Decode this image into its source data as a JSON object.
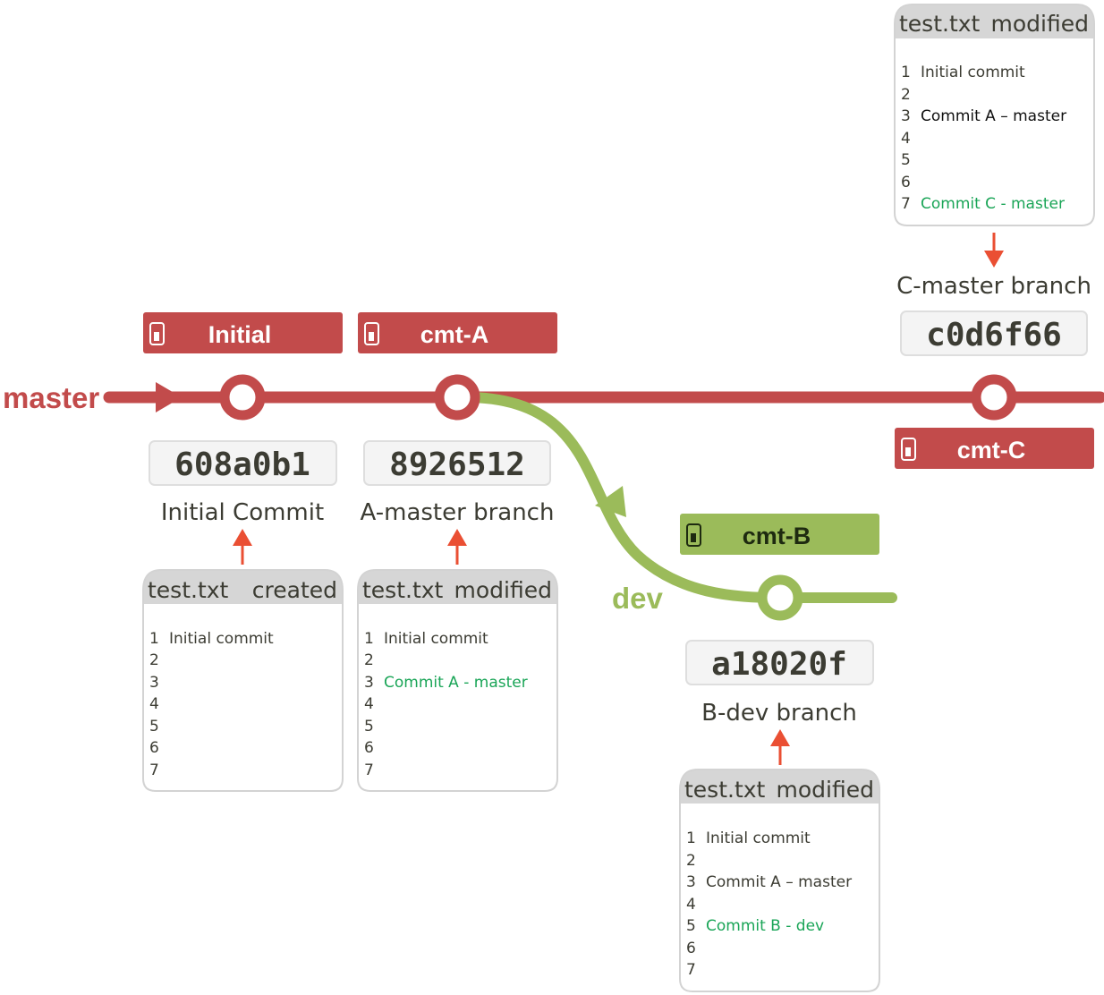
{
  "colors": {
    "master": "#c24b4b",
    "dev": "#9bbb5a",
    "arrow": "#ea4f33",
    "green_text": "#1aa557",
    "text": "#3c3c33",
    "card_border": "#d3d3d3",
    "card_header": "#d6d6d6",
    "sha_border": "#dedede",
    "sha_bg": "#f4f4f4"
  },
  "branches": {
    "master": "master",
    "dev": "dev"
  },
  "commits": [
    {
      "tag": "Initial",
      "sha": "608a0b1",
      "caption": "Initial Commit"
    },
    {
      "tag": "cmt-A",
      "sha": "8926512",
      "caption": "A-master branch"
    },
    {
      "tag": "cmt-B",
      "sha": "a18020f",
      "caption": "B-dev branch"
    },
    {
      "tag": "cmt-C",
      "sha": "c0d6f66",
      "caption": "C-master branch"
    }
  ],
  "files": [
    {
      "name": "test.txt",
      "status": "created",
      "lines": [
        {
          "num": "1",
          "text": "Initial commit",
          "style": "normal"
        },
        {
          "num": "2",
          "text": "",
          "style": "normal"
        },
        {
          "num": "3",
          "text": "",
          "style": "normal"
        },
        {
          "num": "4",
          "text": "",
          "style": "normal"
        },
        {
          "num": "5",
          "text": "",
          "style": "normal"
        },
        {
          "num": "6",
          "text": "",
          "style": "normal"
        },
        {
          "num": "7",
          "text": "",
          "style": "normal"
        }
      ]
    },
    {
      "name": "test.txt",
      "status": "modified",
      "lines": [
        {
          "num": "1",
          "text": "Initial commit",
          "style": "normal"
        },
        {
          "num": "2",
          "text": "",
          "style": "normal"
        },
        {
          "num": "3",
          "text": "Commit A - master",
          "style": "new"
        },
        {
          "num": "4",
          "text": "",
          "style": "normal"
        },
        {
          "num": "5",
          "text": "",
          "style": "normal"
        },
        {
          "num": "6",
          "text": "",
          "style": "normal"
        },
        {
          "num": "7",
          "text": "",
          "style": "normal"
        }
      ]
    },
    {
      "name": "test.txt",
      "status": "modified",
      "lines": [
        {
          "num": "1",
          "text": "Initial commit",
          "style": "normal"
        },
        {
          "num": "2",
          "text": "",
          "style": "normal"
        },
        {
          "num": "3",
          "text": "Commit A – master",
          "style": "normal"
        },
        {
          "num": "4",
          "text": "",
          "style": "normal"
        },
        {
          "num": "5",
          "text": "Commit B - dev",
          "style": "new"
        },
        {
          "num": "6",
          "text": "",
          "style": "normal"
        },
        {
          "num": "7",
          "text": "",
          "style": "normal"
        }
      ]
    },
    {
      "name": "test.txt",
      "status": "modified",
      "lines": [
        {
          "num": "1",
          "text": "Initial commit",
          "style": "normal"
        },
        {
          "num": "2",
          "text": "",
          "style": "normal"
        },
        {
          "num": "3",
          "text": "Commit A – master",
          "style": "dark"
        },
        {
          "num": "4",
          "text": "",
          "style": "normal"
        },
        {
          "num": "5",
          "text": "",
          "style": "normal"
        },
        {
          "num": "6",
          "text": "",
          "style": "normal"
        },
        {
          "num": "7",
          "text": "Commit C - master",
          "style": "new"
        }
      ]
    }
  ]
}
